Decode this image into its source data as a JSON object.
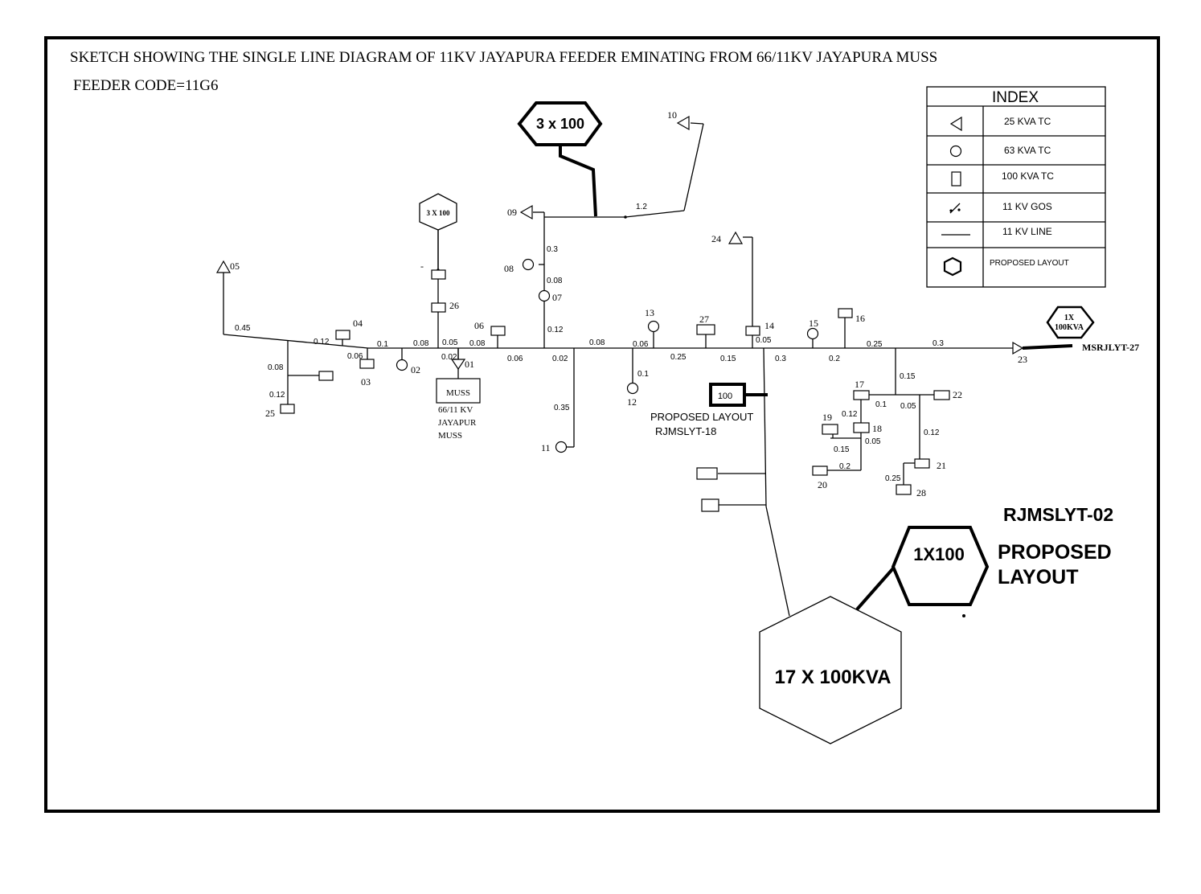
{
  "header": {
    "title": "SKETCH SHOWING THE  SINGLE LINE DIAGRAM OF 11KV JAYAPURA FEEDER  EMINATING FROM 66/11KV JAYAPURA MUSS",
    "feeder_code": "FEEDER CODE=11G6"
  },
  "index": {
    "title": "INDEX",
    "rows": [
      {
        "symbol": "triangle-icon",
        "label": "25 KVA TC"
      },
      {
        "symbol": "circle-icon",
        "label": "63 KVA TC"
      },
      {
        "symbol": "rectangle-icon",
        "label": "100 KVA TC"
      },
      {
        "symbol": "gos-switch-icon",
        "label": "11 KV GOS"
      },
      {
        "symbol": "line-icon",
        "label": "11 KV LINE"
      },
      {
        "symbol": "hexagon-icon",
        "label": "PROPOSED LAYOUT"
      }
    ]
  },
  "substation": {
    "box_label": "MUSS",
    "caption_lines": [
      "66/11 KV",
      "JAYAPUR",
      "MUSS"
    ]
  },
  "proposed": {
    "hex_3x100_top": "3 x 100",
    "hex_3x100_small": "3 X 100",
    "hex_1x100kva_line1": "1X",
    "hex_1x100kva_line2": "100KVA",
    "msrjlyt": "MSRJLYT-27",
    "box_100": "100",
    "rjmslyt18_line1": "PROPOSED LAYOUT",
    "rjmslyt18_line2": "RJMSLYT-18",
    "rjmslyt02": "RJMSLYT-02",
    "hex_1x100": "1X100",
    "proposed_layout_line1": "PROPOSED",
    "proposed_layout_line2": "LAYOUT",
    "hex_17x100": "17 X 100KVA"
  },
  "nodes": {
    "n01": "01",
    "n02": "02",
    "n03": "03",
    "n04": "04",
    "n05": "05",
    "n06": "06",
    "n07": "07",
    "n08": "08",
    "n09": "09",
    "n10": "10",
    "n11": "11",
    "n12": "12",
    "n13": "13",
    "n14": "14",
    "n15": "15",
    "n16": "16",
    "n17": "17",
    "n18": "18",
    "n19": "19",
    "n20": "20",
    "n21": "21",
    "n22": "22",
    "n23": "23",
    "n24": "24",
    "n25": "25",
    "n26": "26",
    "n27": "27",
    "n28": "28",
    "dash": "-"
  },
  "spans": {
    "s045": "0.45",
    "s012a": "0.12",
    "s006a": "0.06",
    "s01a": "0.1",
    "s008a": "0.08",
    "s005a": "0.05",
    "s008b": "0.08",
    "s002a": "0.02",
    "s006b": "0.06",
    "s002b": "0.02",
    "s008c": "0.08",
    "s006c": "0.06",
    "s025a": "0.25",
    "s015a": "0.15",
    "s005b": "0.05",
    "s03a": "0.3",
    "s02a": "0.2",
    "s025b": "0.25",
    "s03b": "0.3",
    "s008d": "0.08",
    "s012b": "0.12",
    "s035": "0.35",
    "s01b": "0.1",
    "s012c": "0.12",
    "s008e": "0.08",
    "s03c": "0.3",
    "s12": "1.2",
    "s015b": "0.15",
    "s01c": "0.1",
    "s005c": "0.05",
    "s012d": "0.12",
    "s005d": "0.05",
    "s015c": "0.15",
    "s02b": "0.2",
    "s012e": "0.12",
    "s025c": "0.25"
  }
}
